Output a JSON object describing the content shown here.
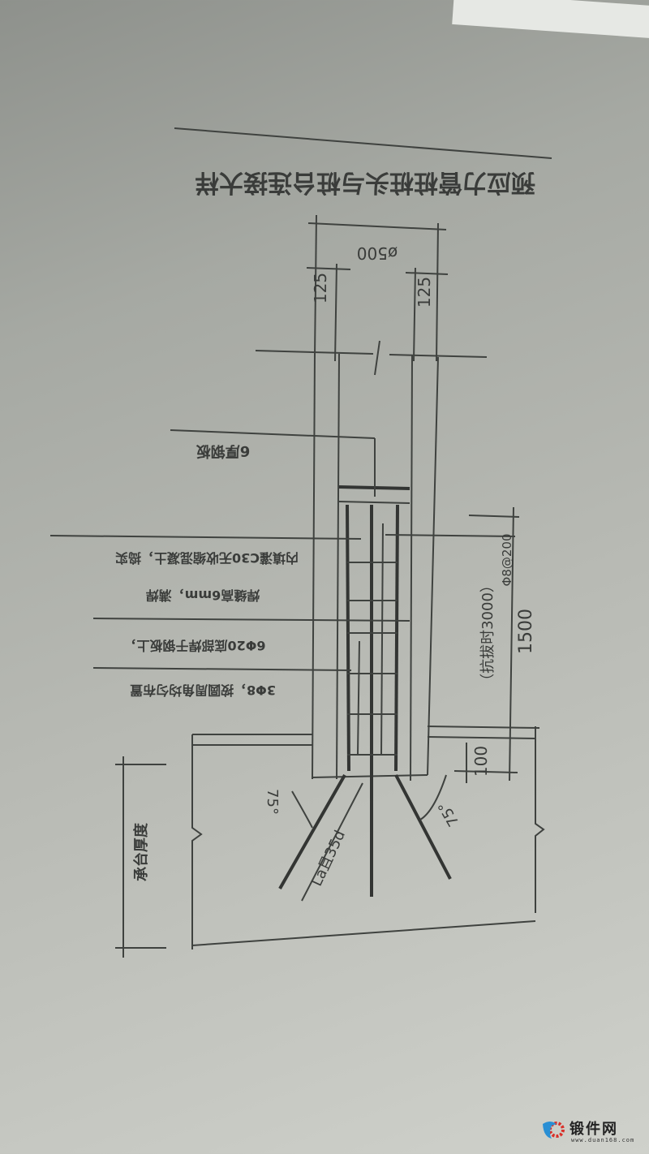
{
  "drawing": {
    "title": "预应力管桩桩头与桩台连接大样",
    "orientation": "rotated 180°",
    "dimensions": {
      "pile_diameter": "ø500",
      "wall_left": "125",
      "wall_right": "125",
      "plug_length": "1500",
      "plug_length_uplift": "（抗拔时3000）",
      "embed": "100",
      "angle_left": "75°",
      "angle_right": "75°",
      "anchor_length": "La且35d",
      "cap_thickness": "承台厚度"
    },
    "notes": {
      "steel_plate": "6厚钢板",
      "concrete_fill": "内填灌C30无收缩混凝土，捣实",
      "stirrup": "Φ8@200",
      "main_bars": "6Φ20底部焊于钢板上，",
      "weld": "焊缝高6mm，满焊",
      "ring_bars": "3Φ8，按圆周角均匀布置"
    }
  },
  "watermark": {
    "name": "锻件网",
    "url": "www.duan168.com",
    "colors": {
      "blue": "#2a8fd4",
      "red": "#d9302a"
    }
  }
}
